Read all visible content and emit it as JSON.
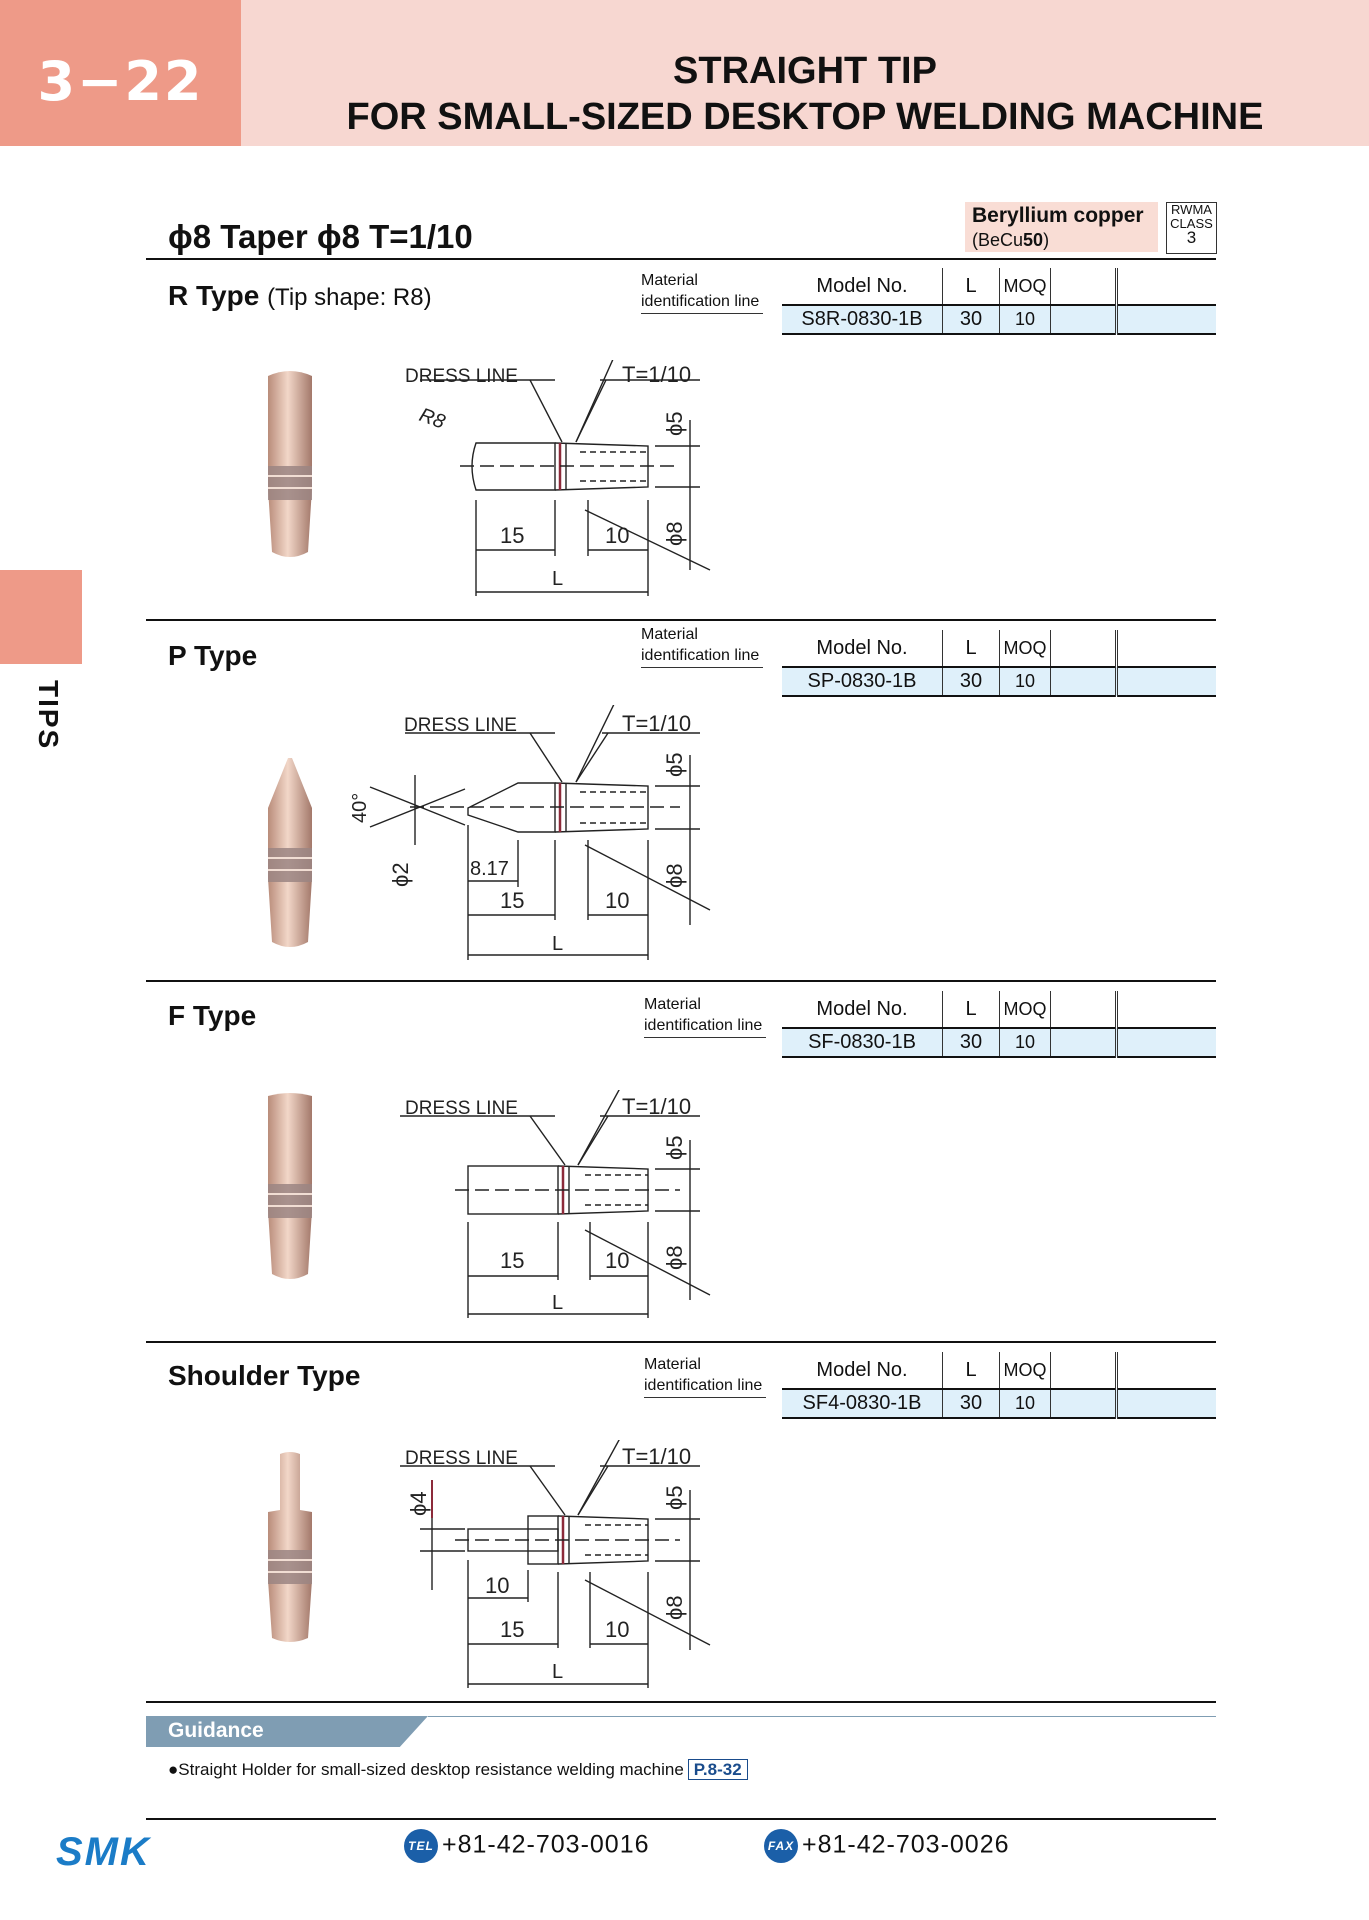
{
  "header": {
    "page_number": "3−22",
    "title_line1": "STRAIGHT TIP",
    "title_line2": "FOR SMALL-SIZED DESKTOP WELDING MACHINE"
  },
  "side_tab": {
    "label": "TIPS"
  },
  "spec": {
    "title": "ϕ8  Taper ϕ8 T=1/10",
    "material_name": "Beryllium copper",
    "material_code_prefix": "(BeCu",
    "material_code_num": "50",
    "material_code_suffix": ")",
    "rwma_line1": "RWMA",
    "rwma_line2": "CLASS",
    "rwma_value": "3"
  },
  "table_headers": {
    "model": "Model No.",
    "l": "L",
    "moq": "MOQ"
  },
  "material_label_line1": "Material",
  "material_label_line2": "identification line",
  "drawing_labels": {
    "dress_line": "DRESS LINE",
    "taper": "T=1/10",
    "phi5": "ϕ5",
    "phi8": "ϕ8",
    "dim15": "15",
    "dim10": "10",
    "dim_l": "L",
    "r8": "R8",
    "angle40": "40°",
    "phi2": "ϕ2",
    "dim817": "8.17",
    "phi4": "ϕ4"
  },
  "sections": [
    {
      "title": "R Type",
      "subtitle": "(Tip shape: R8)",
      "model": "S8R-0830-1B",
      "L": "30",
      "moq": "10"
    },
    {
      "title": "P Type",
      "subtitle": "",
      "model": "SP-0830-1B",
      "L": "30",
      "moq": "10"
    },
    {
      "title": "F Type",
      "subtitle": "",
      "model": "SF-0830-1B",
      "L": "30",
      "moq": "10"
    },
    {
      "title": "Shoulder Type",
      "subtitle": "",
      "model": "SF4-0830-1B",
      "L": "30",
      "moq": "10"
    }
  ],
  "guidance": {
    "title": "Guidance",
    "text": "●Straight Holder for small-sized desktop resistance welding machine",
    "ref": "P.8-32"
  },
  "footer": {
    "logo": "SMK",
    "tel_badge": "TEL",
    "tel": "+81-42-703-0016",
    "fax_badge": "FAX",
    "fax": "+81-42-703-0026"
  },
  "colors": {
    "accent": "#ee9a88",
    "header_band": "#f7d7d1",
    "table_row": "#dff0fa",
    "guidance": "#7f9db3",
    "brand_blue": "#1b7cc7"
  }
}
